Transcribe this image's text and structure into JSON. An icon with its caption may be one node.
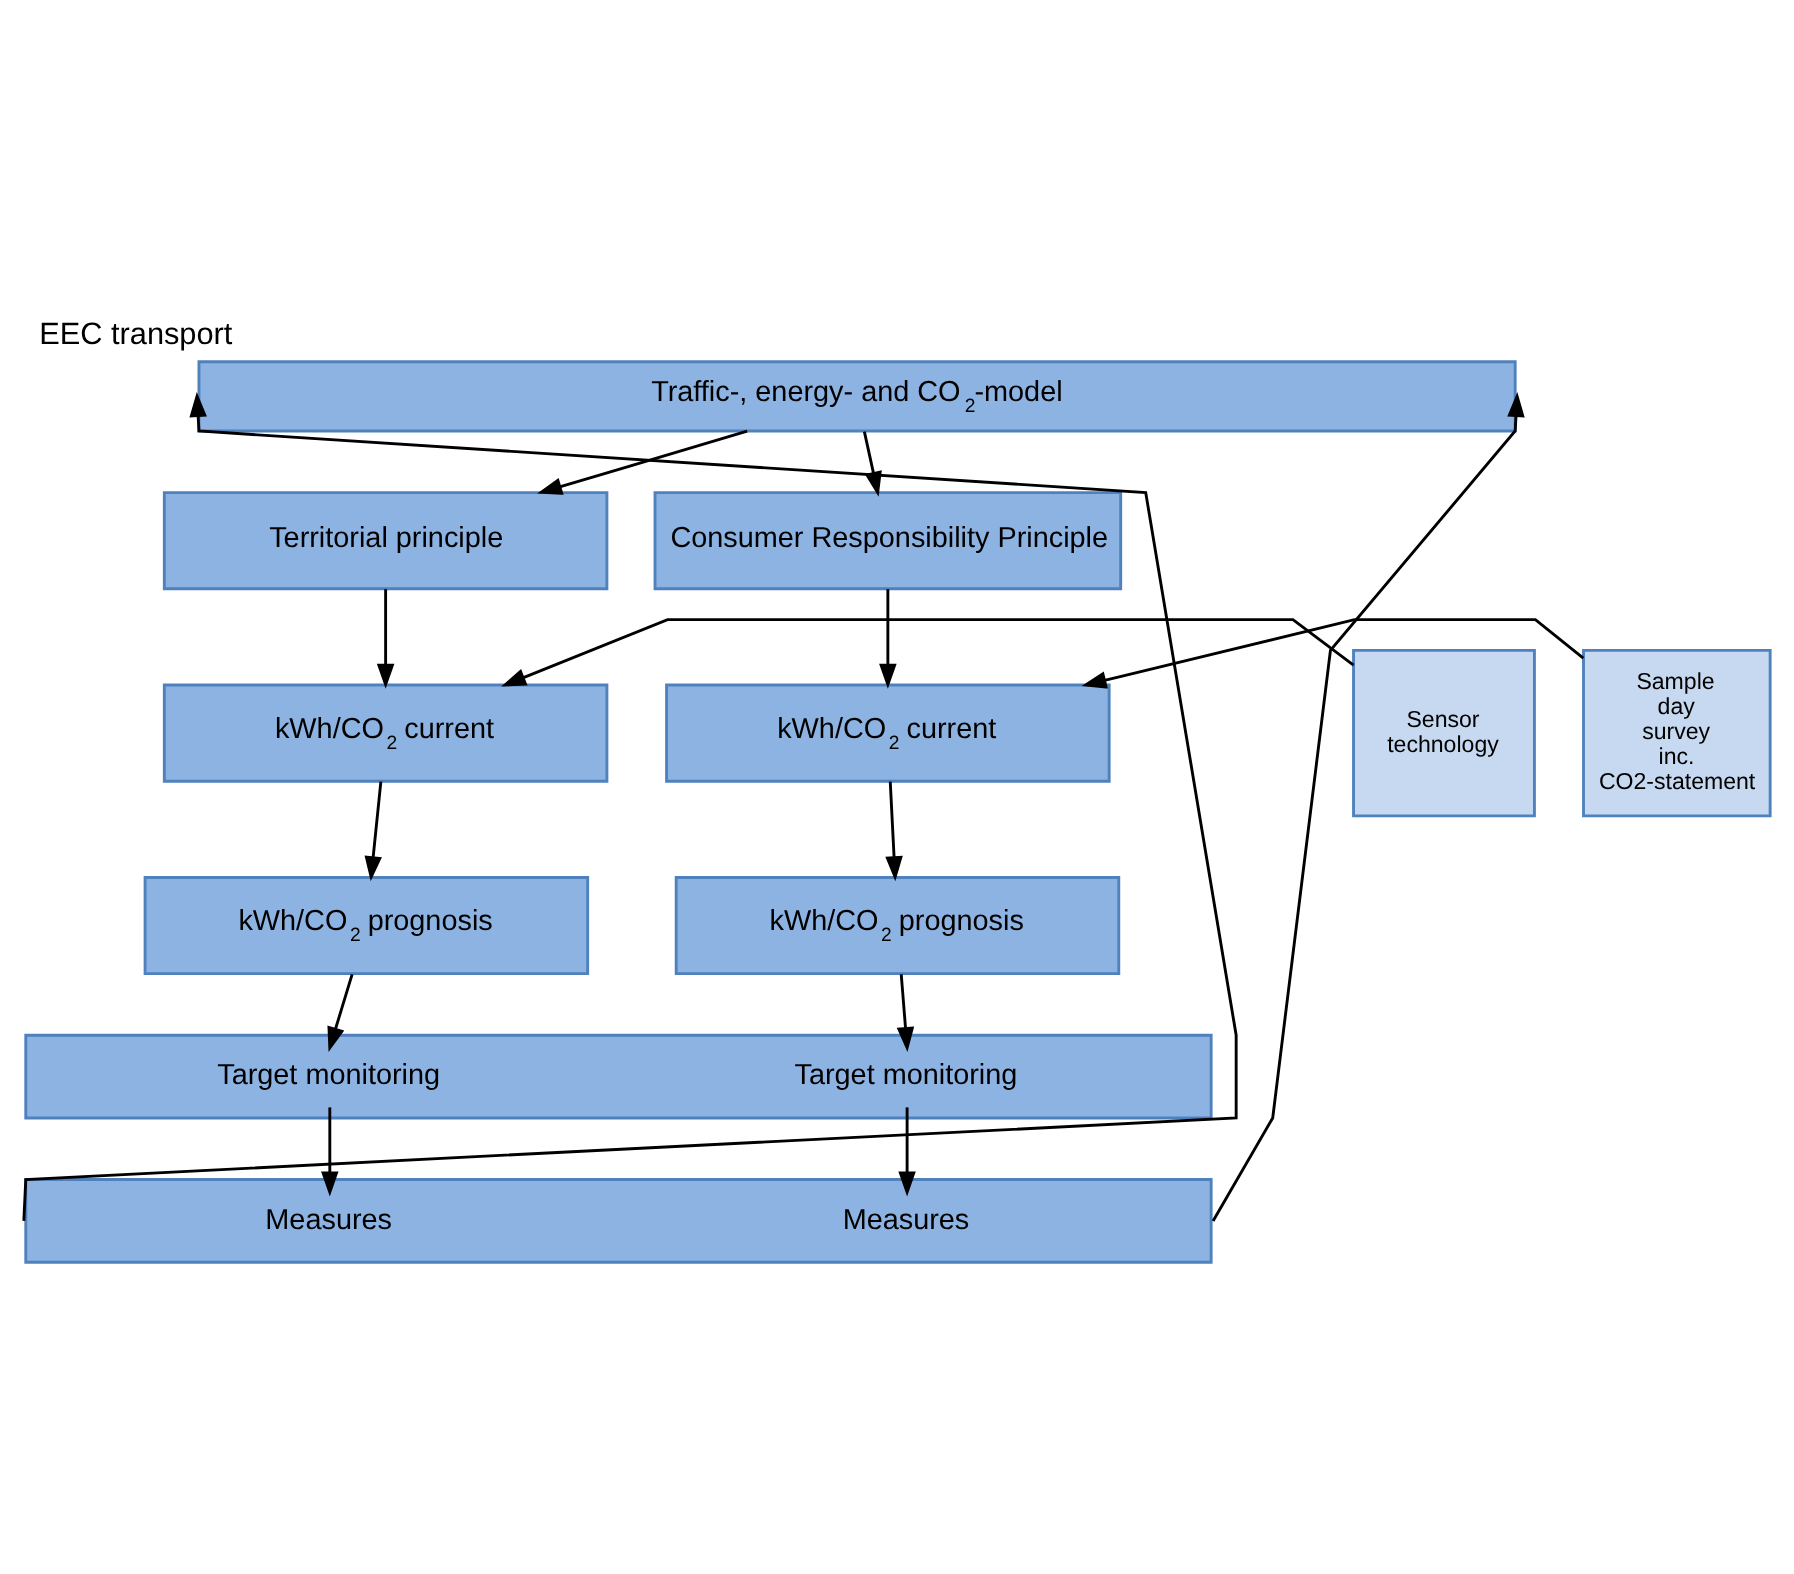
{
  "diagram": {
    "title": "EEC transport",
    "nodes": [
      {
        "text": [
          "Traffic-, energy- and CO$_{2}$-model"
        ]
      },
      {
        "text": [
          "Sensor technology"
        ]
      },
      {
        "text": [
          "Territorial principle"
        ]
      },
      {
        "text": [
          "Consumer Responsibility Principle"
        ]
      },
      {
        "text": [
          "Sample day survey inc. CO2-statement"
        ]
      },
      {
        "text": [
          "kWh/CO$_{2}$ current"
        ]
      },
      {
        "text": [
          "kWh/CO$_{2}$ current"
        ]
      },
      {
        "text": [
          "kWh/CO$_{2}$ prognosis"
        ]
      },
      {
        "text": [
          "kWh/CO$_{2}$ prognosis"
        ]
      },
      {
        "text": [
          "Target monitoring",
          "Target monitoring"
        ]
      },
      {
        "text": [
          "Measures",
          "Measures"
        ]
      }
    ],
    "edges": [
      {
        "from": 0,
        "to": 2,
        "arrow": "to"
      },
      {
        "from": 0,
        "to": 3,
        "arrow": "to"
      },
      {
        "from": 2,
        "to": 5,
        "arrow": "to"
      },
      {
        "from": 3,
        "to": 6,
        "arrow": "to"
      },
      {
        "from": 1,
        "to": 5,
        "arrow": "to"
      },
      {
        "from": 4,
        "to": 6,
        "arrow": "to"
      },
      {
        "from": 5,
        "to": 7,
        "arrow": "to"
      },
      {
        "from": 6,
        "to": 8,
        "arrow": "to"
      },
      {
        "from": 7,
        "to": 9,
        "arrow": "to"
      },
      {
        "from": 8,
        "to": 9,
        "arrow": "to"
      },
      {
        "from": 9,
        "to": 10,
        "arrow": "to"
      },
      {
        "from": 9,
        "to": 10,
        "arrow": "to"
      },
      {
        "from": 10,
        "to": 0,
        "arrow": "to"
      },
      {
        "from": 10,
        "to": 0,
        "arrow": "to"
      }
    ]
  }
}
